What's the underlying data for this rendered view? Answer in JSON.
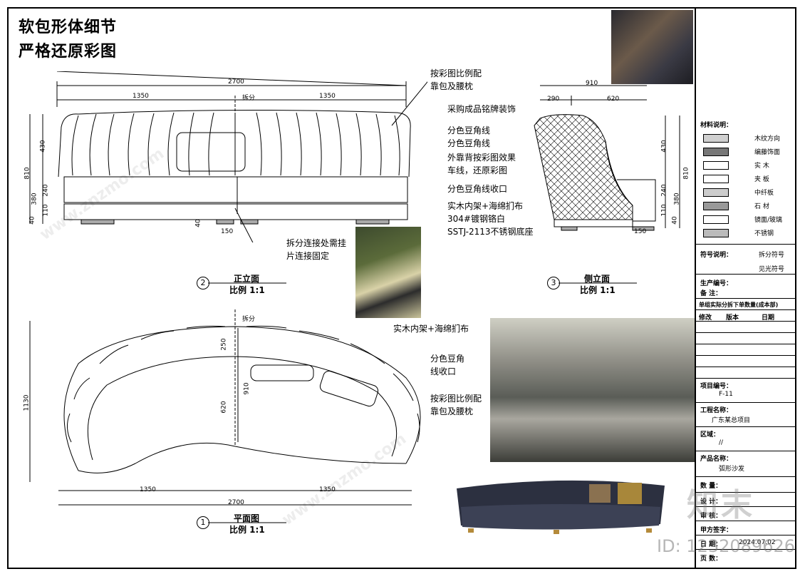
{
  "header": {
    "title_line1": "软包形体细节",
    "title_line2": "严格还原彩图"
  },
  "front_view": {
    "dim_total": "2700",
    "dim_left": "1350",
    "dim_right": "1350",
    "split_mark": "拆分",
    "dim_height_total": "810",
    "dim_back": "430",
    "dim_seat": "380",
    "dim_seat_inner": "240",
    "dim_leg": "40",
    "dim_base": "110",
    "dim_leg_offset": "40",
    "dim_leg_width": "150",
    "title": "正立面",
    "scale": "比例 1:1",
    "number": "2"
  },
  "side_view": {
    "dim_depth": "910",
    "dim_a": "290",
    "dim_b": "620",
    "dim_back": "430",
    "dim_total_h": "810",
    "dim_seat": "380",
    "dim_seat_inner": "240",
    "dim_base": "110",
    "dim_leg": "40",
    "dim_leg_width": "150",
    "title": "侧立面",
    "scale": "比例 1:1",
    "number": "3"
  },
  "plan_view": {
    "split_mark": "拆分",
    "dim_total": "2700",
    "dim_left": "1350",
    "dim_right": "1350",
    "dim_height": "1130",
    "dim_depth": "910",
    "dim_seat": "620",
    "dim_back": "250",
    "title": "平面图",
    "scale": "比例 1:1",
    "number": "1"
  },
  "annotations": {
    "a1_l1": "按彩图比例配",
    "a1_l2": "靠包及腰枕",
    "a2": "采购成品铭牌装饰",
    "a3": "分色豆角线",
    "a4": "分色豆角线",
    "a5_l1": "外靠背按彩图效果",
    "a5_l2": "车线，还原彩图",
    "a6": "分色豆角线收口",
    "a7": "实木内架+海绵扪布",
    "a8": "304#镀钢铬白",
    "a9": "SSTJ-2113不锈钢底座",
    "a10_l1": "拆分连接处需挂",
    "a10_l2": "片连接固定",
    "p1": "实木内架+海绵扪布",
    "p2_l1": "分色豆角",
    "p2_l2": "线收口",
    "p3_l1": "按彩图比例配",
    "p3_l2": "靠包及腰枕"
  },
  "sidebar": {
    "materials_title": "材料说明：",
    "materials": [
      {
        "label": "木纹方向"
      },
      {
        "label": "编藤饰面"
      },
      {
        "label": "实  木"
      },
      {
        "label": "夹  板"
      },
      {
        "label": "中纤板"
      },
      {
        "label": "石  材"
      },
      {
        "label": "镜面/玻璃"
      },
      {
        "label": "不锈钢"
      }
    ],
    "symbols_title": "符号说明：",
    "symbol1": "拆分符号",
    "symbol2": "见光符号",
    "prod_no": "生产编号：",
    "remark": "备  注：",
    "table_title": "单组实际分拆下单数量(成本部)",
    "table_headers": [
      "修改",
      "版本",
      "日期"
    ],
    "project_no_label": "项目编号：",
    "project_no": "F-11",
    "project_name_label": "工程名称：",
    "project_name": "广东某总项目",
    "area_label": "区域：",
    "area": "//",
    "product_label": "产品名称：",
    "product": "弧形沙发",
    "qty_label": "数  量：",
    "design_label": "设  计：",
    "review_label": "审  核：",
    "client_label": "甲方签字：",
    "date_label": "日  期：",
    "date": "2024.07.02",
    "page_label": "页  数："
  },
  "watermark": {
    "brand": "知末",
    "id": "ID: 1232089626",
    "site": "www.znzmo.com"
  }
}
